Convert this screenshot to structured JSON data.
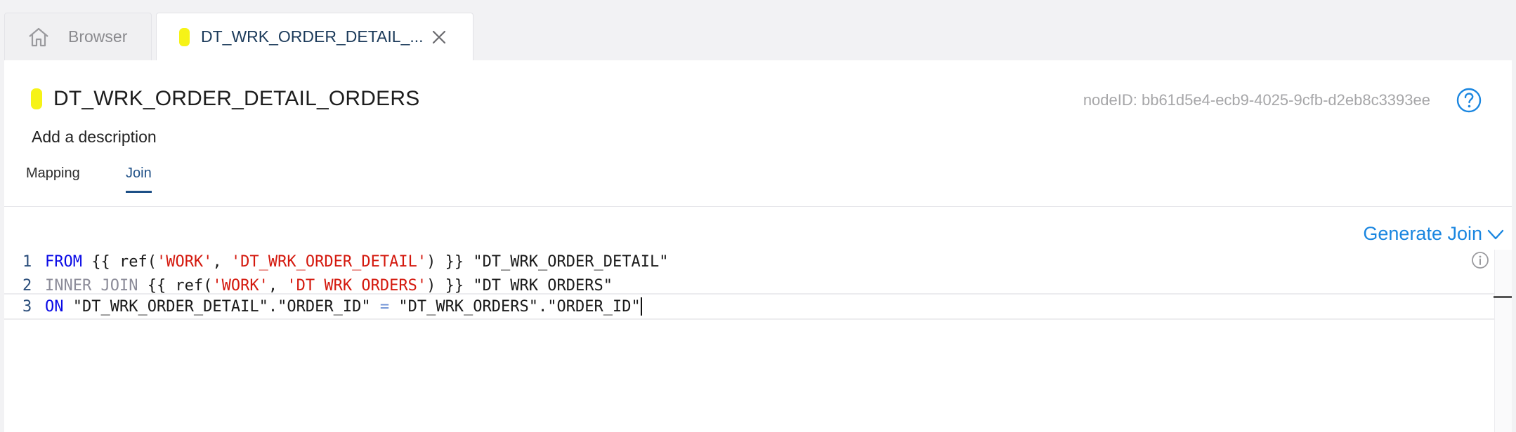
{
  "tabs": {
    "browser_label": "Browser",
    "active_label": "DT_WRK_ORDER_DETAIL_..."
  },
  "header": {
    "title": "DT_WRK_ORDER_DETAIL_ORDERS",
    "node_id": "nodeID: bb61d5e4-ecb9-4025-9cfb-d2eb8c3393ee",
    "description": "Add a description"
  },
  "subtabs": {
    "mapping": "Mapping",
    "join": "Join"
  },
  "editor": {
    "generate_join_label": "Generate Join",
    "lines": [
      {
        "number": "1",
        "tokens": [
          {
            "t": "FROM",
            "c": "kw"
          },
          {
            "t": " {{ ref(",
            "c": "txt"
          },
          {
            "t": "'WORK'",
            "c": "str"
          },
          {
            "t": ", ",
            "c": "txt"
          },
          {
            "t": "'DT_WRK_ORDER_DETAIL'",
            "c": "str"
          },
          {
            "t": ") }} \"DT_WRK_ORDER_DETAIL\"",
            "c": "txt"
          }
        ]
      },
      {
        "number": "2",
        "tokens": [
          {
            "t": "INNER JOIN",
            "c": "kw-grey"
          },
          {
            "t": " {{ ref(",
            "c": "txt"
          },
          {
            "t": "'WORK'",
            "c": "str"
          },
          {
            "t": ", ",
            "c": "txt"
          },
          {
            "t": "'DT_WRK_ORDERS'",
            "c": "str"
          },
          {
            "t": ") }} \"DT_WRK_ORDERS\"",
            "c": "txt"
          }
        ]
      },
      {
        "number": "3",
        "tokens": [
          {
            "t": "ON",
            "c": "kw"
          },
          {
            "t": " \"DT_WRK_ORDER_DETAIL\".\"ORDER_ID\" ",
            "c": "txt"
          },
          {
            "t": "=",
            "c": "op"
          },
          {
            "t": " \"DT_WRK_ORDERS\".\"ORDER_ID\"",
            "c": "txt"
          }
        ]
      }
    ]
  },
  "colors": {
    "node_yellow": "#f6f317",
    "accent_blue": "#1a86e0",
    "active_tab_blue": "#1d4f86"
  }
}
